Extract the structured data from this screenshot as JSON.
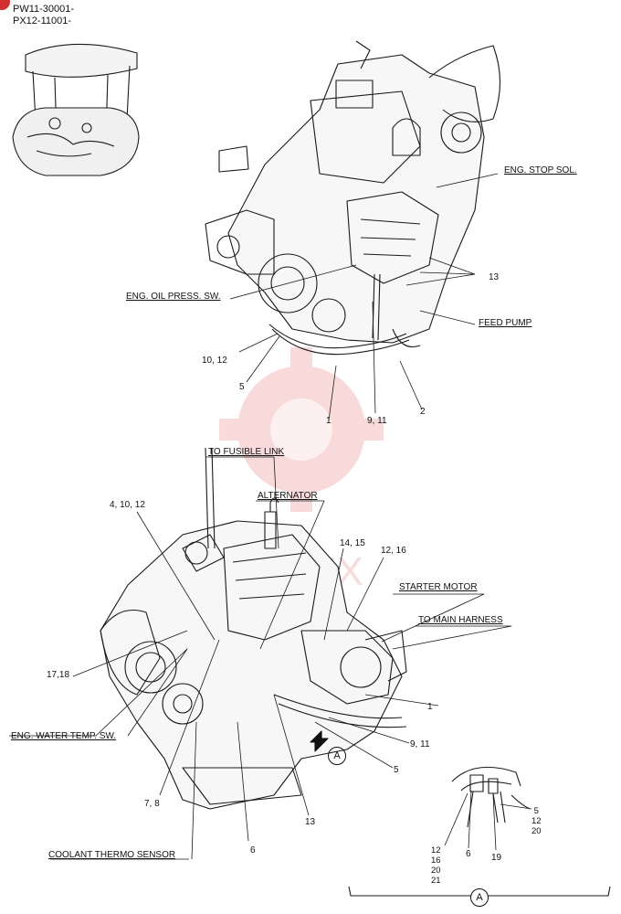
{
  "header": {
    "serial_1": "PW11-30001-",
    "serial_2": "PX12-11001-"
  },
  "labels": {
    "eng_stop_sol": "ENG. STOP SOL.",
    "eng_oil_press_sw": "ENG. OIL PRESS. SW.",
    "feed_pump": "FEED PUMP",
    "to_fusible_link": "TO FUSIBLE LINK",
    "alternator": "ALTERNATOR",
    "starter_motor": "STARTER MOTOR",
    "to_main_harness": "TO MAIN HARNESS",
    "eng_water_temp_sw": "ENG. WATER TEMP. SW.",
    "coolant_thermo_sensor": "COOLANT THERMO SENSOR"
  },
  "callouts_top": {
    "c13": "13",
    "c10_12": "10, 12",
    "c5": "5",
    "c1": "1",
    "c9_11": "9, 11",
    "c2": "2"
  },
  "callouts_bottom": {
    "c4_10_12": "4, 10, 12",
    "c14_15": "14, 15",
    "c12_16": "12, 16",
    "c17_18": "17,18",
    "c1": "1",
    "c9_11": "9, 11",
    "c5": "5",
    "c7_8": "7, 8",
    "c13": "13",
    "c6": "6",
    "view_marker": "A"
  },
  "detail_a": {
    "c5_12_20": [
      "5",
      "12",
      "20"
    ],
    "c12_16_20_21": [
      "12",
      "16",
      "20",
      "21"
    ],
    "c6": "6",
    "c19": "19",
    "title": "A"
  }
}
